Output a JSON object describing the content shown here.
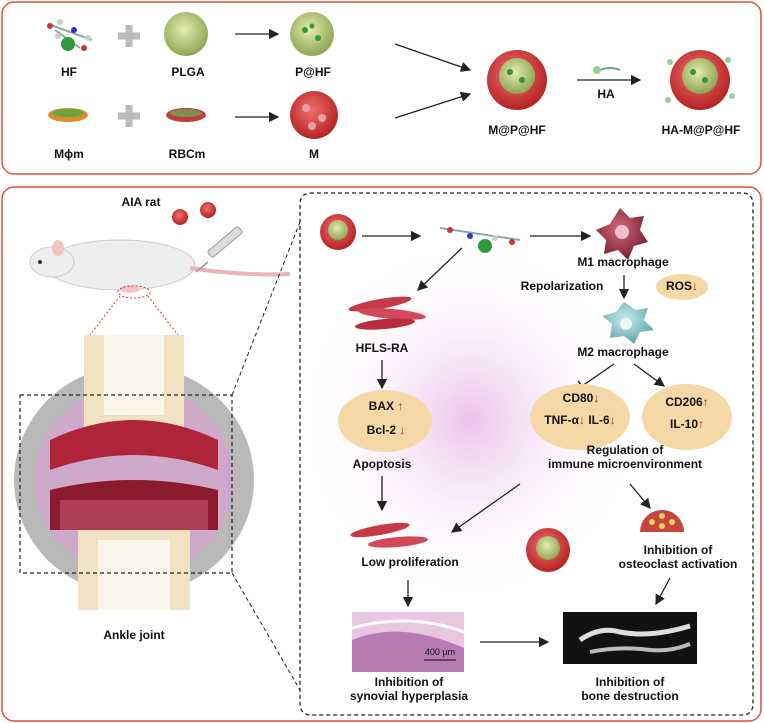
{
  "top": {
    "hf": "HF",
    "plga": "PLGA",
    "phf": "P@HF",
    "mom": "Mϕm",
    "rbcm": "RBCm",
    "m": "M",
    "mphf": "M@P@HF",
    "ha": "HA",
    "hamphf": "HA-M@P@HF"
  },
  "left": {
    "aia_rat": "AIA rat",
    "ankle_joint": "Ankle joint"
  },
  "mech": {
    "m1": "M1 macrophage",
    "repolarization": "Repolarization",
    "ros": "ROS",
    "m2": "M2 macrophage",
    "hfls": "HFLS-RA",
    "bax": "BAX",
    "bcl2": "Bcl-2",
    "apoptosis": "Apoptosis",
    "cd80": "CD80",
    "tnfa": "TNF-α",
    "il6": "IL-6",
    "cd206": "CD206",
    "il10": "IL-10",
    "regulation_1": "Regulation of",
    "regulation_2": "immune microenvironment",
    "low_prolif": "Low proliferation",
    "osteo_1": "Inhibition of",
    "osteo_2": "osteoclast activation",
    "syn_1": "Inhibition of",
    "syn_2": "synovial hyperplasia",
    "bone_1": "Inhibition of",
    "bone_2": "bone destruction",
    "scale": "400 μm",
    "arrow_up": "↑",
    "arrow_down": "↓"
  },
  "colors": {
    "frame": "#d9553c",
    "ellipse": "#f6d7a6",
    "arrow_mark": "#9b1c1c"
  }
}
